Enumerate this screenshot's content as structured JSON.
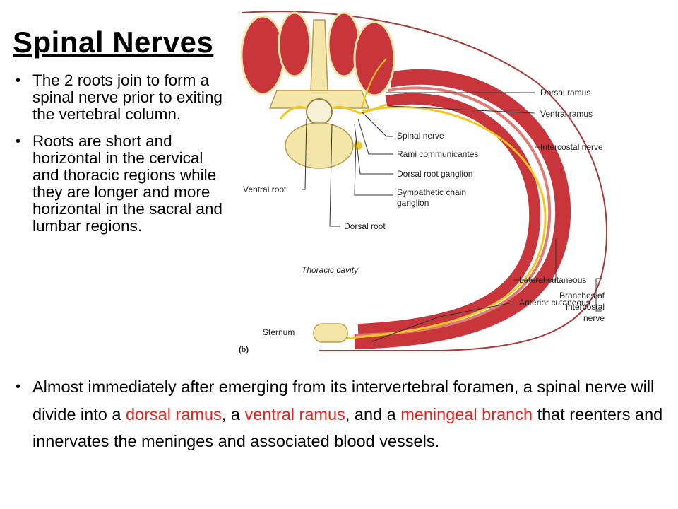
{
  "slide": {
    "title": "Spinal Nerves",
    "left_bullets": [
      "The 2 roots join to form a spinal nerve prior to exiting the vertebral column.",
      "Roots are short and horizontal in the cervical and thoracic regions while they are longer and more horizontal in the sacral and lumbar regions."
    ],
    "bottom_bullet": {
      "part1": "Almost immediately after emerging from its intervertebral foramen, a spinal nerve will divide into a ",
      "term1": "dorsal ramus",
      "part2": ", a ",
      "term2": "ventral ramus",
      "part3": ", and a ",
      "term3": "meningeal branch",
      "part4": " that reenters and innervates the meninges and associated blood vessels."
    },
    "bullet_glyph": "•"
  },
  "figure": {
    "labels": {
      "dorsal_ramus": "Dorsal ramus",
      "ventral_ramus": "Ventral ramus",
      "intercostal_nerve": "Intercostal nerve",
      "spinal_nerve": "Spinal nerve",
      "rami_communicantes": "Rami communicantes",
      "dorsal_root_ganglion": "Dorsal root ganglion",
      "sympathetic_chain_1": "Sympathetic chain",
      "sympathetic_chain_2": "ganglion",
      "ventral_root": "Ventral root",
      "dorsal_root": "Dorsal root",
      "thoracic_cavity": "Thoracic cavity",
      "lateral_cutaneous": "Lateral cutaneous",
      "anterior_cutaneous": "Anterior cutaneous",
      "branches_1": "Branches of",
      "branches_2": "intercostal",
      "branches_3": "nerve",
      "sternum": "Sternum",
      "panel": "(b)"
    },
    "colors": {
      "muscle": "#c8363c",
      "muscle_light": "#e07a72",
      "nerve": "#f2c81f",
      "bone": "#f4e6a8",
      "accent_red": "#e8221b"
    }
  }
}
